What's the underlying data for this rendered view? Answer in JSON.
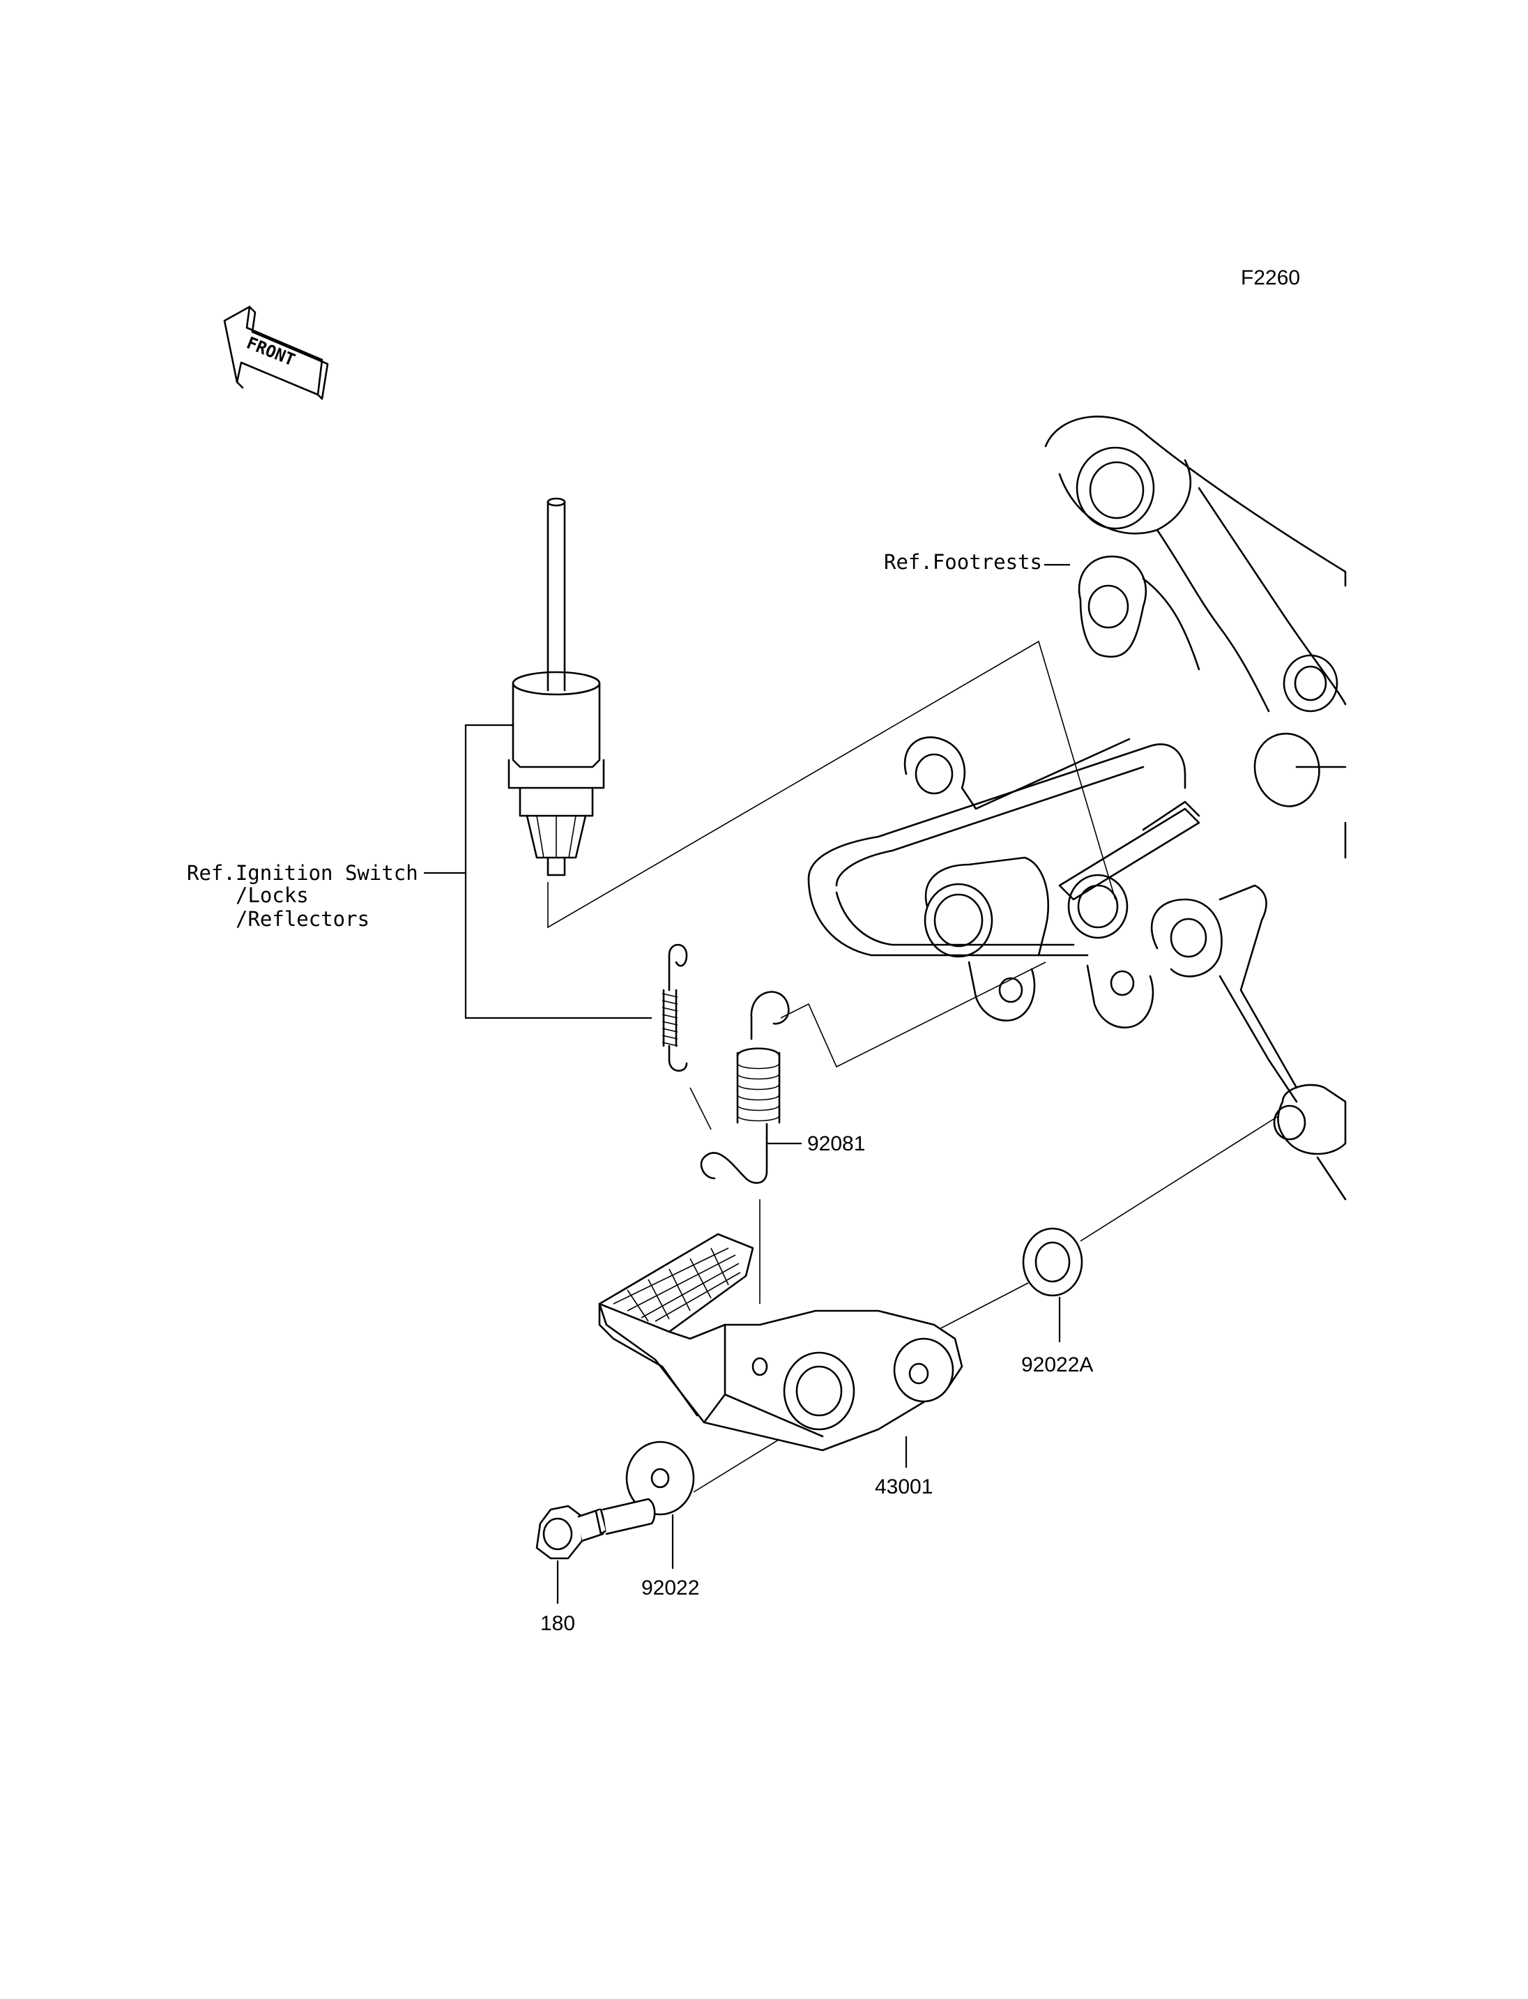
{
  "diagram": {
    "code": "F2260",
    "direction_marker": {
      "text": "FRONT",
      "icon": "front-arrow-icon"
    },
    "reference_labels": {
      "footrests": "Ref.Footrests",
      "ignition_line1": "Ref.Ignition Switch",
      "ignition_line2": "/Locks",
      "ignition_line3": "/Reflectors"
    },
    "parts": [
      {
        "part_number": "92081",
        "icon": "spring-icon"
      },
      {
        "part_number": "92022A",
        "icon": "washer-icon"
      },
      {
        "part_number": "43001",
        "icon": "brake-pedal-icon"
      },
      {
        "part_number": "92022",
        "icon": "washer-icon"
      },
      {
        "part_number": "180",
        "icon": "bolt-icon"
      }
    ]
  }
}
